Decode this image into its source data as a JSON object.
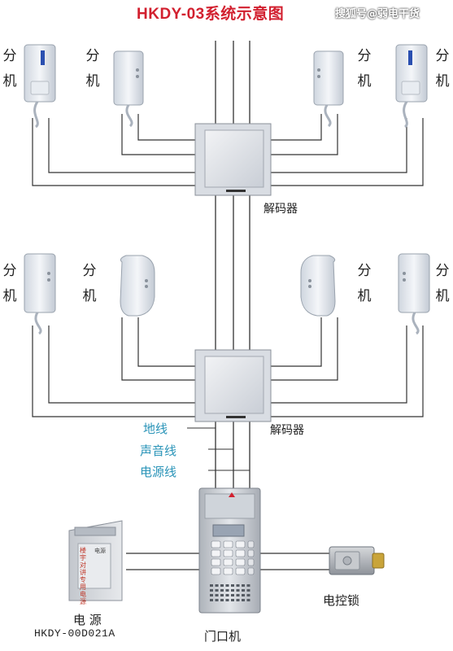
{
  "title": "HKDY-03系统示意图",
  "watermark": "搜狐号@弱电干货",
  "extension_label": [
    "分",
    "机"
  ],
  "decoder_label": "解码器",
  "wires": {
    "ground": "地线",
    "audio": "声音线",
    "power": "电源线"
  },
  "power_supply": {
    "label": "电 源",
    "model": "HKDY-00D021A",
    "panel_text": "楼宇对讲专用电源",
    "tag": "电源"
  },
  "door_unit": {
    "label": "门口机"
  },
  "lock": {
    "label": "电控锁"
  },
  "colors": {
    "title": "#d2202f",
    "wire_label": "#2a94b8",
    "line": "#333333"
  }
}
